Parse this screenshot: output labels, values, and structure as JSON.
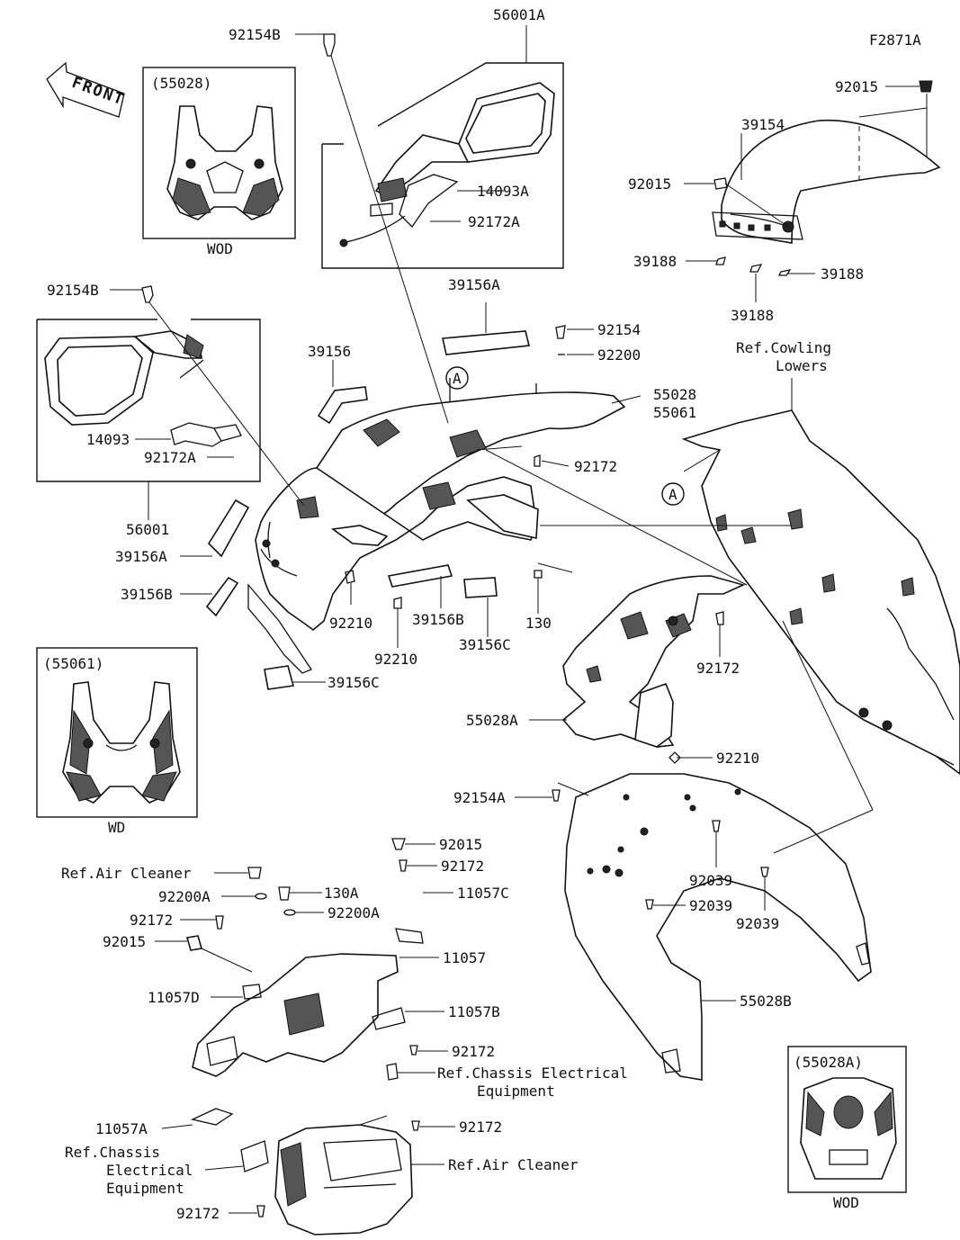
{
  "figure_code": "F2871A",
  "front_arrow": "FRONT",
  "circle_ref": "A",
  "insets": {
    "wod_55028": {
      "title": "(55028)",
      "caption": "WOD"
    },
    "wd_55061": {
      "title": "(55061)",
      "caption": "WD"
    },
    "wod_55028a": {
      "title": "(55028A)",
      "caption": "WOD"
    }
  },
  "labels": {
    "l_56001A": "56001A",
    "l_92154B_top": "92154B",
    "l_14093A": "14093A",
    "l_92172A_top": "92172A",
    "l_92015_top": "92015",
    "l_39154": "39154",
    "l_92015_mid": "92015",
    "l_39188_left": "39188",
    "l_39188_right": "39188",
    "l_39188_bottom": "39188",
    "l_92154B_left": "92154B",
    "l_39156A_top": "39156A",
    "l_92154": "92154",
    "l_92200": "92200",
    "l_39156": "39156",
    "l_55028": "55028",
    "l_55061": "55061",
    "l_14093": "14093",
    "l_92172A_left": "92172A",
    "l_92172_mid": "92172",
    "l_56001": "56001",
    "l_39156A_left": "39156A",
    "l_39156B_left": "39156B",
    "l_92210_a": "92210",
    "l_92210_b": "92210",
    "l_39156B_mid": "39156B",
    "l_39156C_mid": "39156C",
    "l_130": "130",
    "l_39156C_low": "39156C",
    "l_92172_right": "92172",
    "l_55028A": "55028A",
    "l_92210_c": "92210",
    "l_92154A": "92154A",
    "l_92039_a": "92039",
    "l_92039_b": "92039",
    "l_92039_c": "92039",
    "l_55028B": "55028B",
    "l_92015_low": "92015",
    "l_92172_low1": "92172",
    "l_ref_air_cleaner_top": "Ref.Air Cleaner",
    "l_92200A": "92200A",
    "l_130A": "130A",
    "l_11057C": "11057C",
    "l_92172_low2": "92172",
    "l_92200A_b": "92200A",
    "l_92015_low2": "92015",
    "l_11057": "11057",
    "l_11057D": "11057D",
    "l_11057B": "11057B",
    "l_92172_low3": "92172",
    "l_ref_chassis_1a": "Ref.Chassis Electrical",
    "l_ref_chassis_1b": "Equipment",
    "l_92172_low4": "92172",
    "l_11057A": "11057A",
    "l_ref_chassis_2a": "Ref.Chassis",
    "l_ref_chassis_2b": "Electrical",
    "l_ref_chassis_2c": "Equipment",
    "l_ref_air_cleaner_bot": "Ref.Air Cleaner",
    "l_92172_bottom": "92172",
    "l_ref_cowling_a": "Ref.Cowling",
    "l_ref_cowling_b": "Lowers"
  }
}
